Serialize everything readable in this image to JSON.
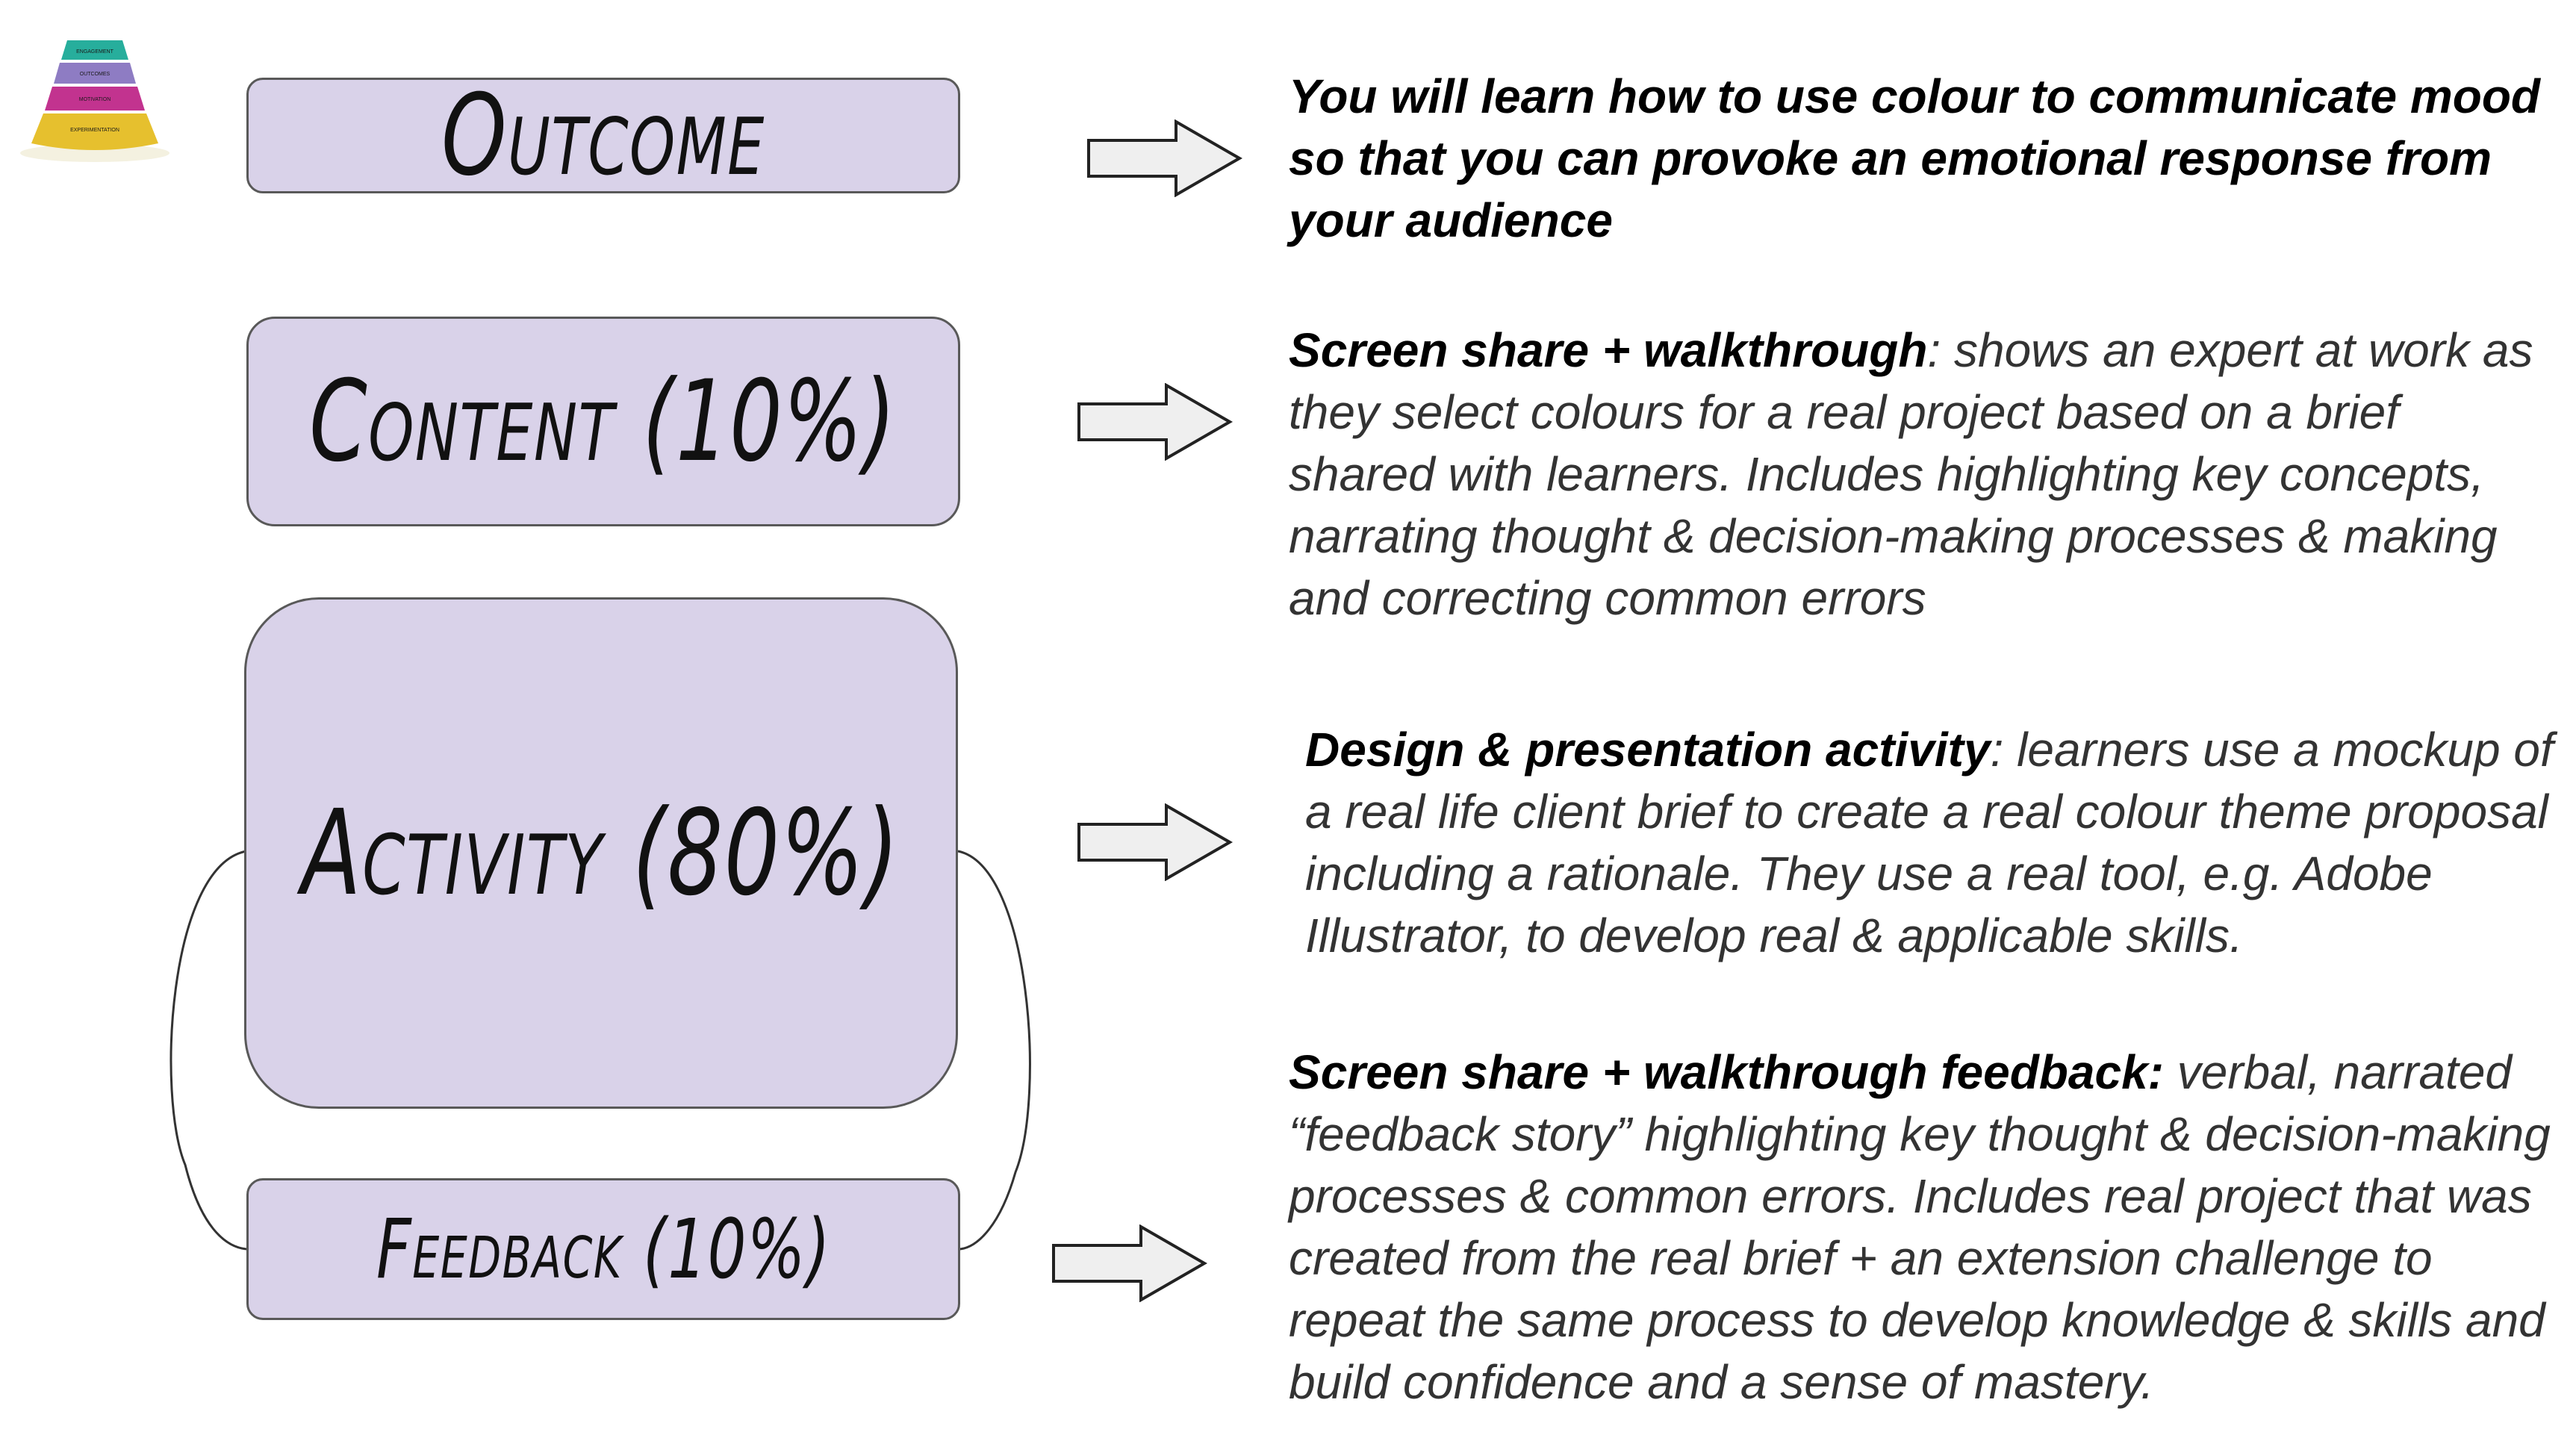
{
  "logo": {
    "icon": "pyramid-logo-icon",
    "tiers": [
      {
        "label": "ENGAGEMENT",
        "color": "#27ae9c"
      },
      {
        "label": "OUTCOMES",
        "color": "#8e7cc3"
      },
      {
        "label": "MOTIVATION",
        "color": "#c2338f"
      },
      {
        "label": "EXPERIMENTATION",
        "color": "#e6c02e"
      }
    ]
  },
  "boxes": {
    "outcome": "Outcome",
    "content": "Content (10%)",
    "activity": "Activity (80%)",
    "feedback": "Feedback (10%)"
  },
  "descriptions": {
    "outcome": "You will learn how to use colour to communicate mood so that you can provoke an emotional response from your audience",
    "content": {
      "title": "Screen share + walkthrough",
      "body": ": shows an expert at work as they select colours for a real project based on a brief shared with learners. Includes highlighting key concepts, narrating thought & decision-making processes & making and correcting common errors"
    },
    "activity": {
      "title": "Design & presentation activity",
      "body": ": learners use a mockup of a real life client brief to create a real colour theme proposal including a rationale. They use a real tool, e.g. Adobe Illustrator, to develop real & applicable skills."
    },
    "feedback": {
      "title": "Screen share + walkthrough feedback:",
      "body": " verbal, narrated “feedback story” highlighting key thought & decision-making processes & common errors.  Includes real project that was created from the real brief + an extension challenge to repeat the same process to develop knowledge & skills  and build confidence and a sense of mastery."
    }
  },
  "colors": {
    "box_fill": "#d9d2e9",
    "box_border": "#595959",
    "arrow_fill": "#efefef"
  }
}
